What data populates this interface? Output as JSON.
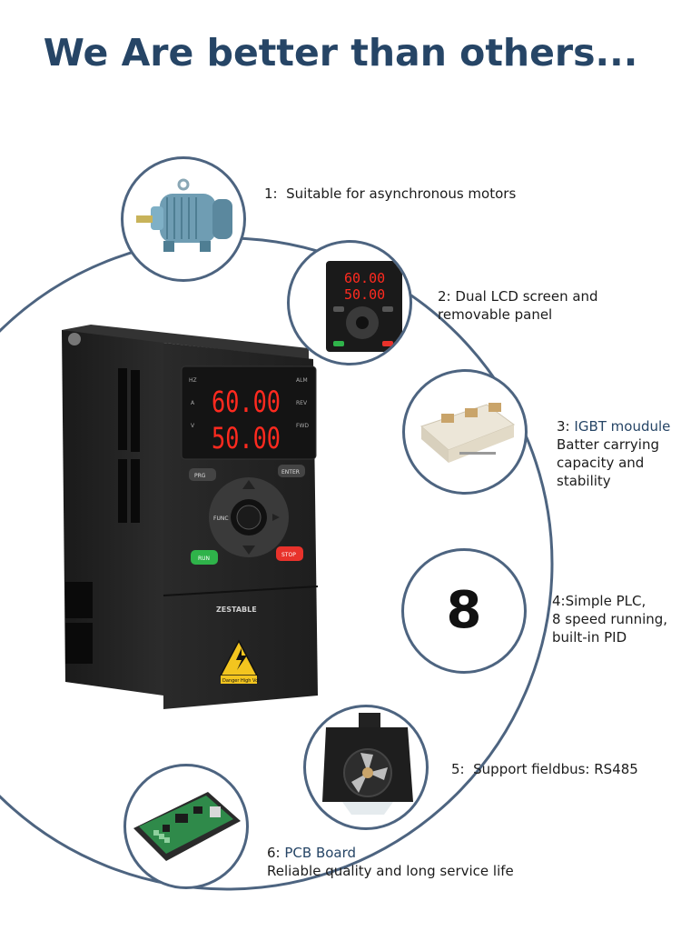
{
  "page": {
    "title": "We Are better than others..."
  },
  "device": {
    "display_top": "60.00",
    "display_bottom": "50.00",
    "indicators": {
      "hz": "HZ",
      "a": "A",
      "v": "V",
      "alm": "ALM",
      "rev": "REV",
      "fwd": "FWD"
    },
    "buttons": {
      "prg": "PRG",
      "enter": "ENTER",
      "func": "FUNC",
      "run": "RUN",
      "stop": "STOP"
    },
    "brand": "ZESTABLE",
    "warning_label": "Danger High Vol"
  },
  "features": [
    {
      "number": "1:",
      "text": "Suitable for asynchronous motors"
    },
    {
      "number": "2:",
      "line1": "Dual LCD screen and",
      "line2": "removable panel"
    },
    {
      "number": "3:",
      "highlight": "IGBT moudule",
      "line1": "Batter carrying",
      "line2": "capacity and",
      "line3": "stability"
    },
    {
      "icon_text": "8",
      "line1": "4:Simple PLC,",
      "line2": "8 speed running,",
      "line3": "built-in PID"
    },
    {
      "number": "5:",
      "text": "Support fieldbus: RS485"
    },
    {
      "number": "6:",
      "highlight": "PCB Board",
      "line1": "Reliable quality and long service life"
    }
  ],
  "colors": {
    "title": "#264566",
    "ring": "#4d6480",
    "highlight": "#264566",
    "led": "#ff2a1f",
    "run": "#2fb34a",
    "stop": "#e8322b"
  }
}
